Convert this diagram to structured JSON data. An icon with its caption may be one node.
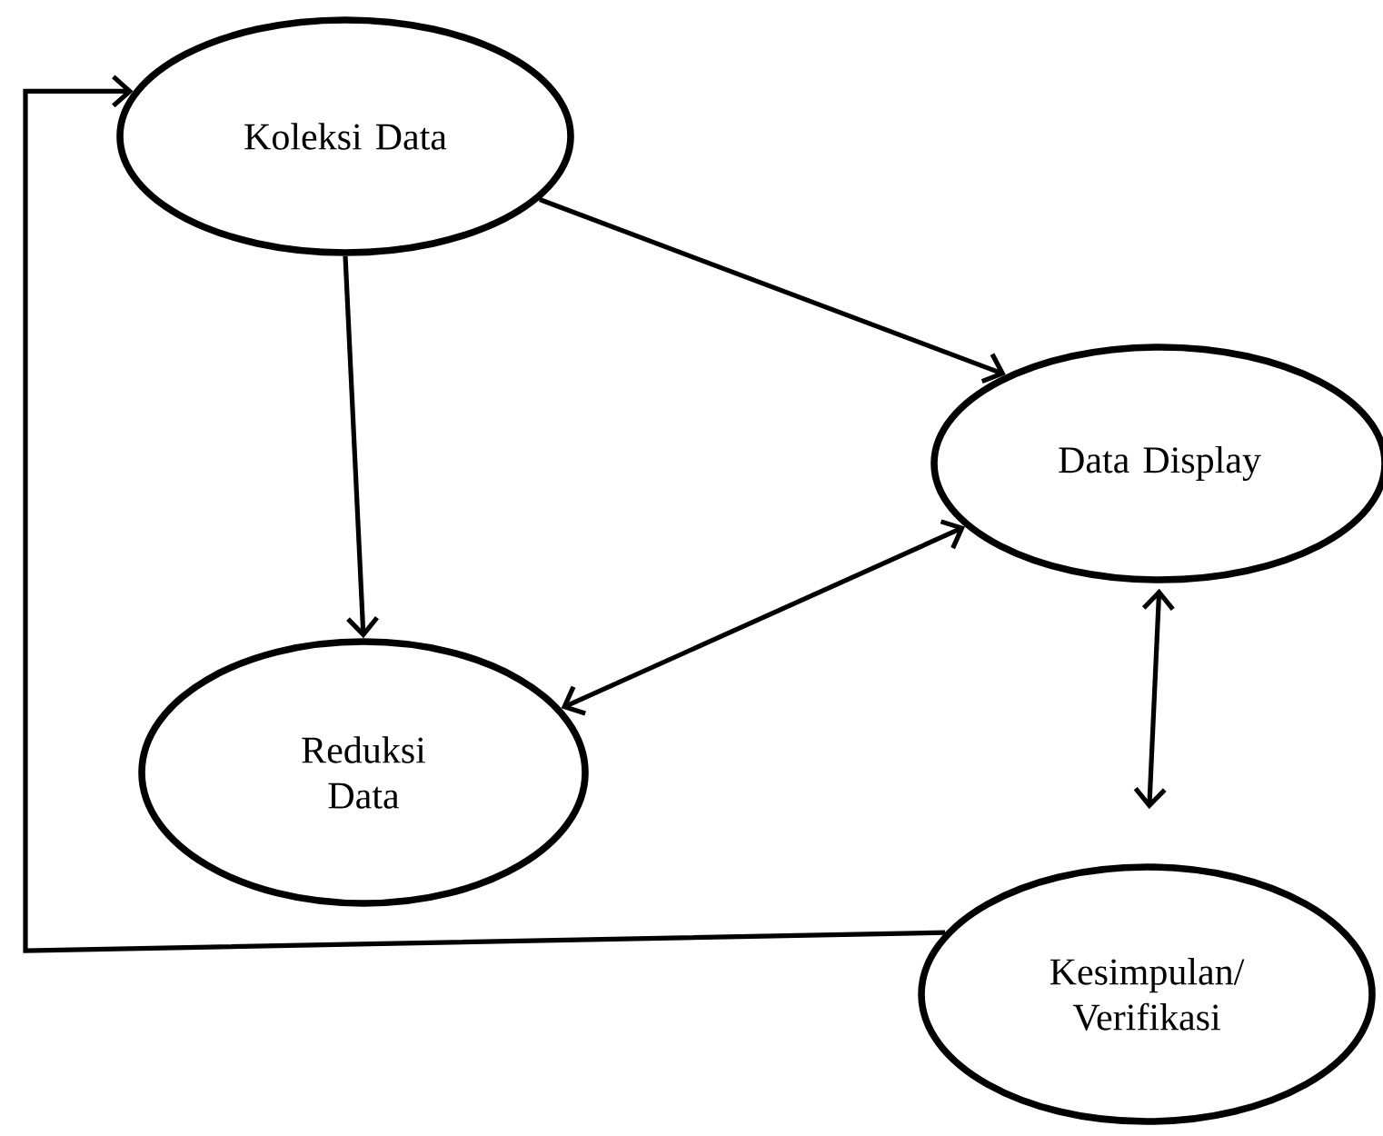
{
  "diagram": {
    "nodes": [
      {
        "text": [
          "Koleksi Data"
        ]
      },
      {
        "text": [
          "Data Display"
        ]
      },
      {
        "text": [
          "Reduksi Data"
        ]
      },
      {
        "text": [
          "Kesimpulan/ Verifikasi"
        ]
      }
    ],
    "edges": [
      {
        "from": 0,
        "to": 1,
        "arrow": "to"
      },
      {
        "from": 0,
        "to": 2,
        "arrow": "to"
      },
      {
        "from": 1,
        "to": 2,
        "arrow": "both"
      },
      {
        "from": 1,
        "to": 3,
        "arrow": "both"
      },
      {
        "from": 3,
        "to": 0,
        "arrow": "to"
      }
    ]
  }
}
